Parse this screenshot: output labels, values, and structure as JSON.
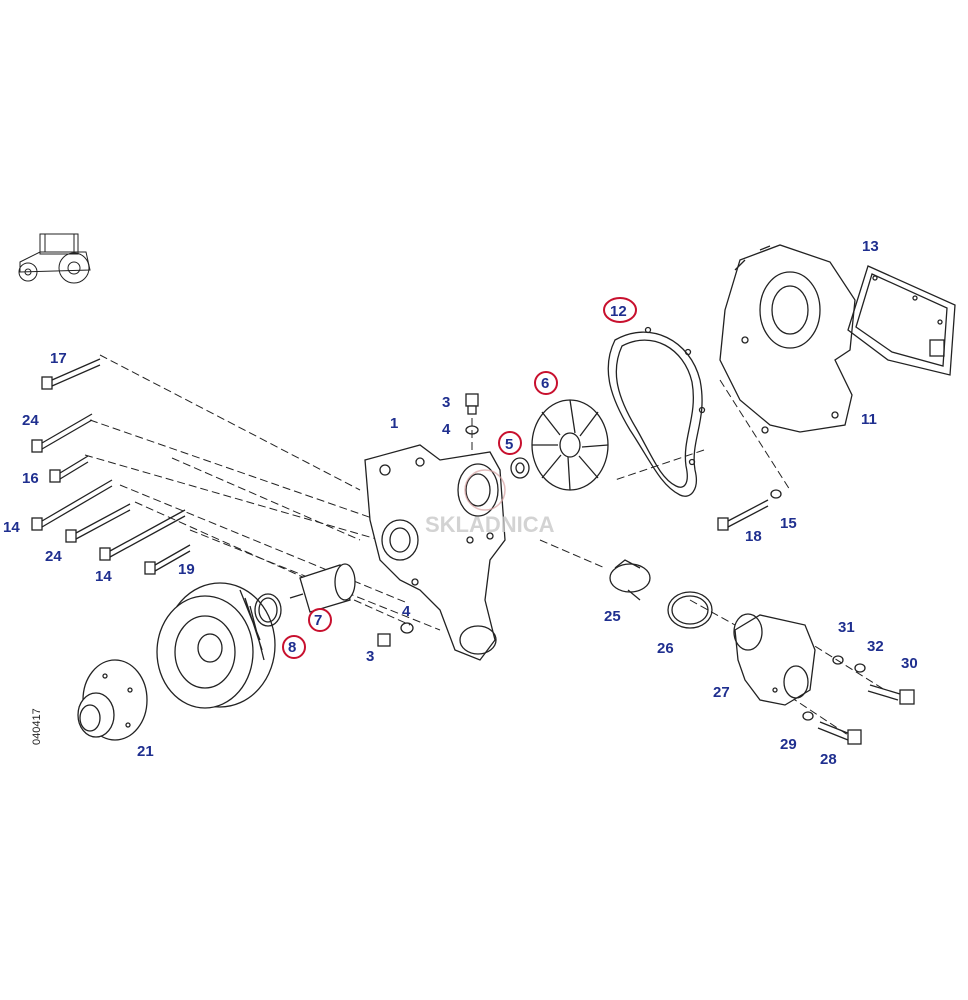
{
  "diagram": {
    "labels": {
      "p1": "1",
      "p3a": "3",
      "p3b": "3",
      "p4a": "4",
      "p4b": "4",
      "p5": "5",
      "p6": "6",
      "p7": "7",
      "p8": "8",
      "p11": "11",
      "p12": "12",
      "p13": "13",
      "p14a": "14",
      "p14b": "14",
      "p15": "15",
      "p16": "16",
      "p17": "17",
      "p18": "18",
      "p19": "19",
      "p21": "21",
      "p24a": "24",
      "p24b": "24",
      "p25": "25",
      "p26": "26",
      "p27": "27",
      "p28": "28",
      "p29": "29",
      "p30": "30",
      "p31": "31",
      "p32": "32"
    },
    "highlighted_parts": [
      "5",
      "6",
      "7",
      "8",
      "12"
    ],
    "highlight_color": "#c8102e",
    "label_color": "#1f2f8f",
    "document_id": "040417",
    "watermark": "SKLADNICA",
    "icons": [
      "tractor-icon"
    ]
  }
}
